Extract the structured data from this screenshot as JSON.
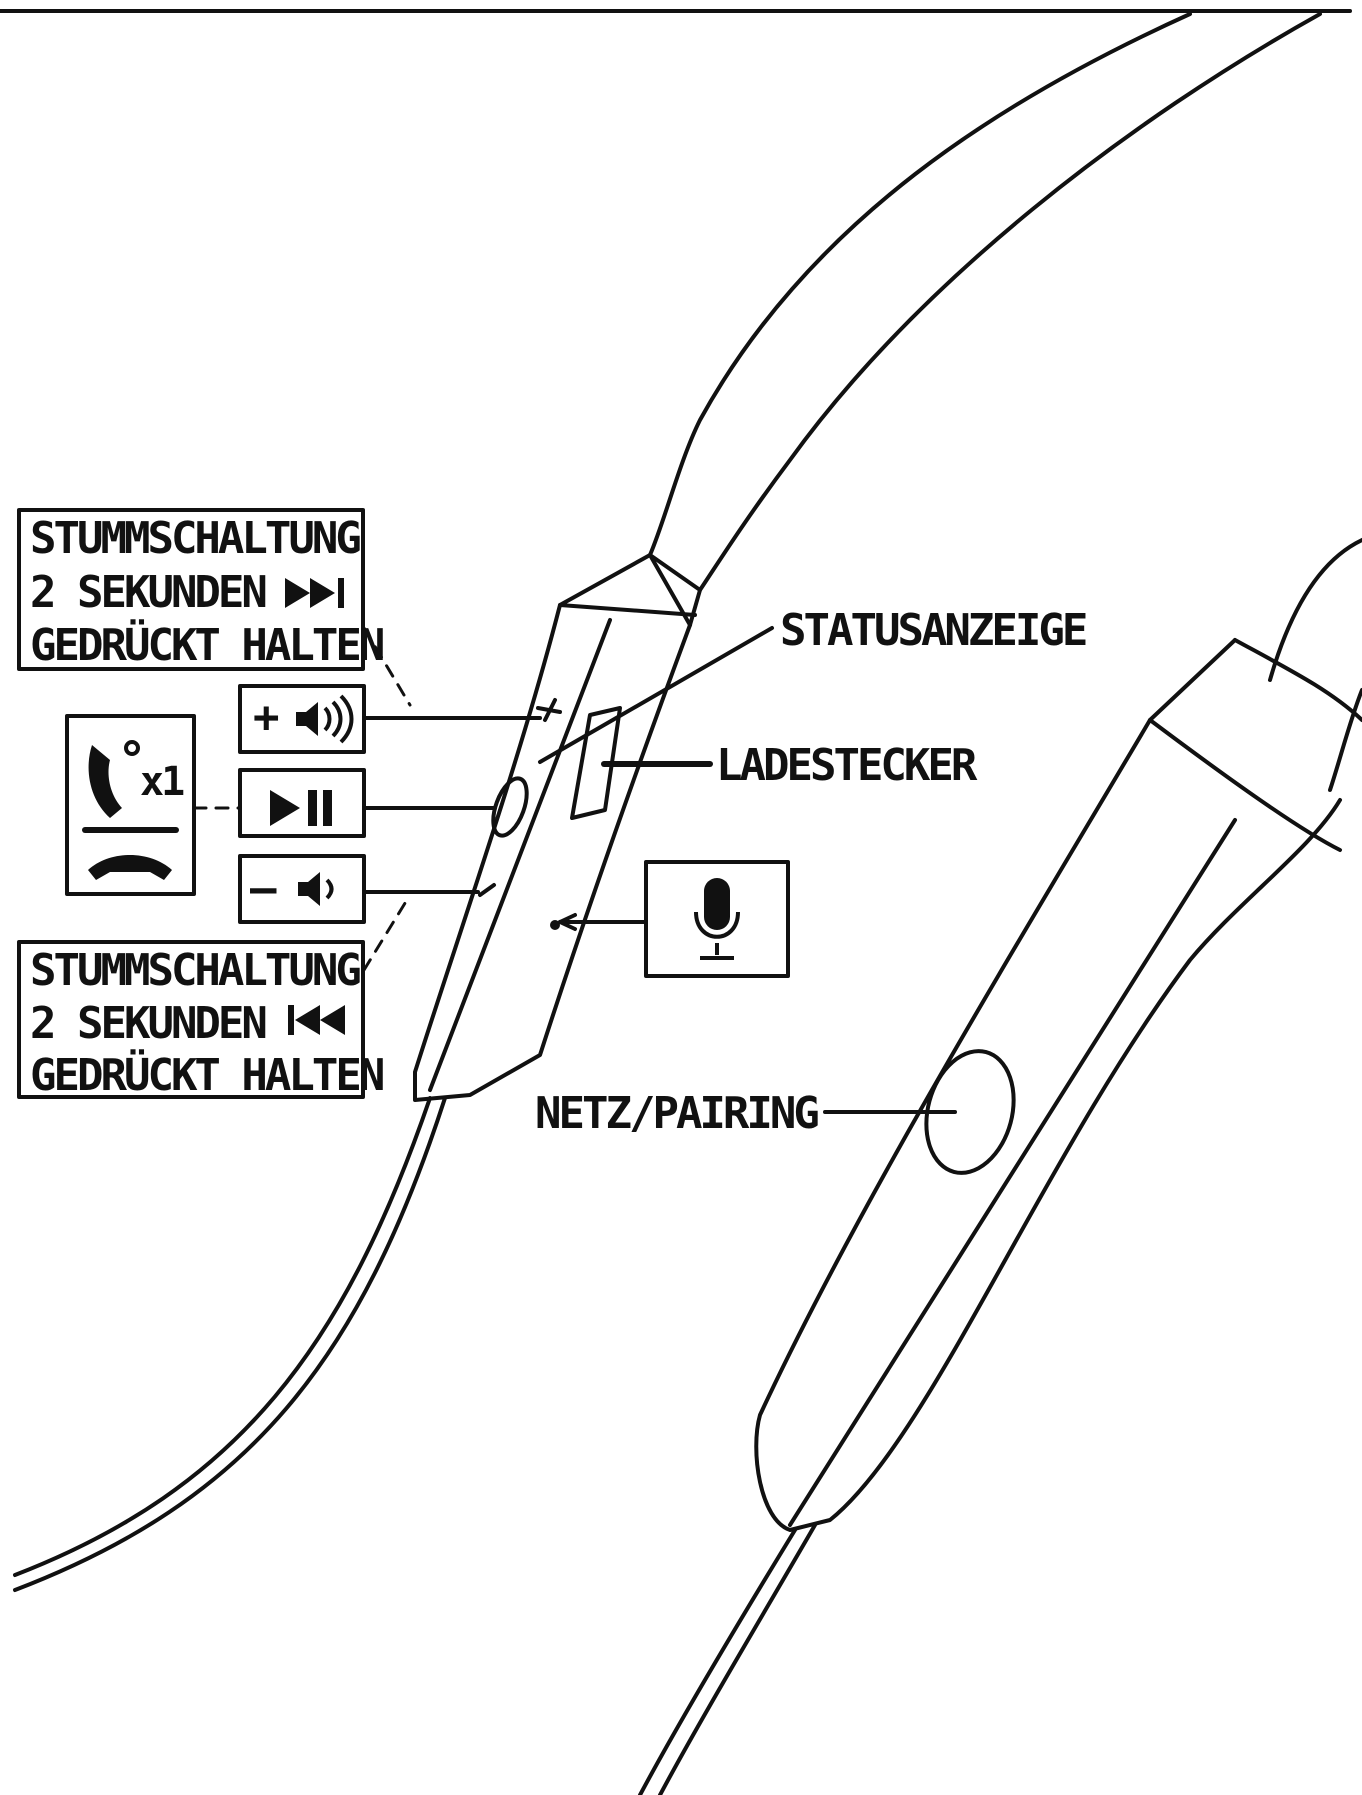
{
  "labels": {
    "mute_fwd": [
      "STUMMSCHALTUNG",
      "2 SEKUNDEN",
      "GEDRÜCKT HALTEN"
    ],
    "mute_back": [
      "STUMMSCHALTUNG",
      "2 SEKUNDEN",
      "GEDRÜCKT HALTEN"
    ],
    "call_count": "x1",
    "status": "STATUSANZEIGE",
    "charge": "LADESTECKER",
    "power": "NETZ/PAIRING"
  },
  "icons": {
    "vol_up": "+",
    "vol_down": "—"
  },
  "colors": {
    "ink": "#111111",
    "background": "#ffffff"
  }
}
